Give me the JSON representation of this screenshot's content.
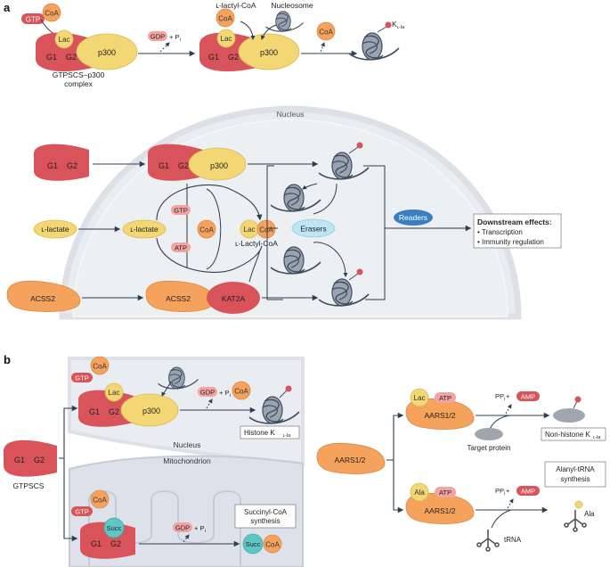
{
  "panel_a": {
    "letter": "a",
    "top": {
      "gtp": "GTP",
      "coa": "CoA",
      "lac": "Lac",
      "g1": "G1",
      "g2": "G2",
      "p300": "p300",
      "complex_line1": "GTPSCS–p300",
      "complex_line2": "complex",
      "gdp": "GDP",
      "pi": "+ P",
      "pi_sub": "i",
      "lactyl_coa": "ʟ-lactyl-CoA",
      "nucleosome": "Nucleosome",
      "coa2": "CoA",
      "kla_k": "K",
      "kla_sub": "ʟ-la"
    },
    "nucleus": {
      "title": "Nucleus",
      "g1": "G1",
      "g2": "G2",
      "p300": "p300",
      "llactate_out": "ʟ-lactate",
      "llactate_in": "ʟ-lactate",
      "gtp": "GTP",
      "atp": "ATP",
      "coa": "CoA",
      "lac": "Lac",
      "coa2": "CoA",
      "lactyl_coa": "ʟ-Lactyl-CoA",
      "erasers": "Erasers",
      "readers": "Readers",
      "acss2_out": "ACSS2",
      "acss2_in": "ACSS2",
      "kat2a": "KAT2A",
      "downstream_title": "Downstream effects:",
      "downstream_items": [
        "Transcription",
        "Immunity regulation"
      ]
    }
  },
  "panel_b": {
    "letter": "b",
    "left": {
      "gtpscs_g1": "G1",
      "gtpscs_g2": "G2",
      "gtpscs_label": "GTPSCS",
      "nucleus_label": "Nucleus",
      "gtp": "GTP",
      "coa": "CoA",
      "lac": "Lac",
      "g1": "G1",
      "g2": "G2",
      "p300": "p300",
      "gdp": "GDP",
      "pi": "+ P",
      "pi_sub": "i",
      "coa2": "CoA",
      "histone_k": "Histone K",
      "histone_sub": "ʟ-la",
      "mito_label": "Mitochondrion",
      "gtp_m": "GTP",
      "coa_m": "CoA",
      "succ": "Succ",
      "g1_m": "G1",
      "g2_m": "G2",
      "gdp_m": "GDP",
      "pi_m": "+ P",
      "pi_m_sub": "i",
      "succ2": "Succ",
      "coa_m2": "CoA",
      "succinyl_line1": "Succinyl-CoA",
      "succinyl_line2": "synthesis"
    },
    "right": {
      "aars": "AARS1/2",
      "lac": "Lac",
      "atp": "ATP",
      "aars_top": "AARS1/2",
      "ppi": "PP",
      "ppi_sub": "i",
      "plus": " +",
      "amp": "AMP",
      "target_protein": "Target protein",
      "nonhistone_k": "Non-histone K",
      "nonhistone_sub": "ʟ-la",
      "ala": "Ala",
      "atp2": "ATP",
      "aars_bot": "AARS1/2",
      "ppi2": "PP",
      "ppi2_sub": "i",
      "plus2": " +",
      "amp2": "AMP",
      "trna": "tRNA",
      "alanyl_line1": "Alanyl-tRNA",
      "alanyl_line2": "synthesis",
      "ala_tag": "Ala"
    }
  },
  "colors": {
    "red_enzyme": "#d9545a",
    "red_dark": "#c1454c",
    "yellow": "#f2d774",
    "orange": "#f5a25d",
    "pink_tag": "#f3a3a1",
    "teal": "#5ec7c4",
    "blue_reader": "#3a7fc1",
    "eraser": "#bfe4f5",
    "nucleus_fill": "#e9ecf0",
    "grey_protein": "#a0a6ae",
    "arrow": "#2f3e4e"
  }
}
